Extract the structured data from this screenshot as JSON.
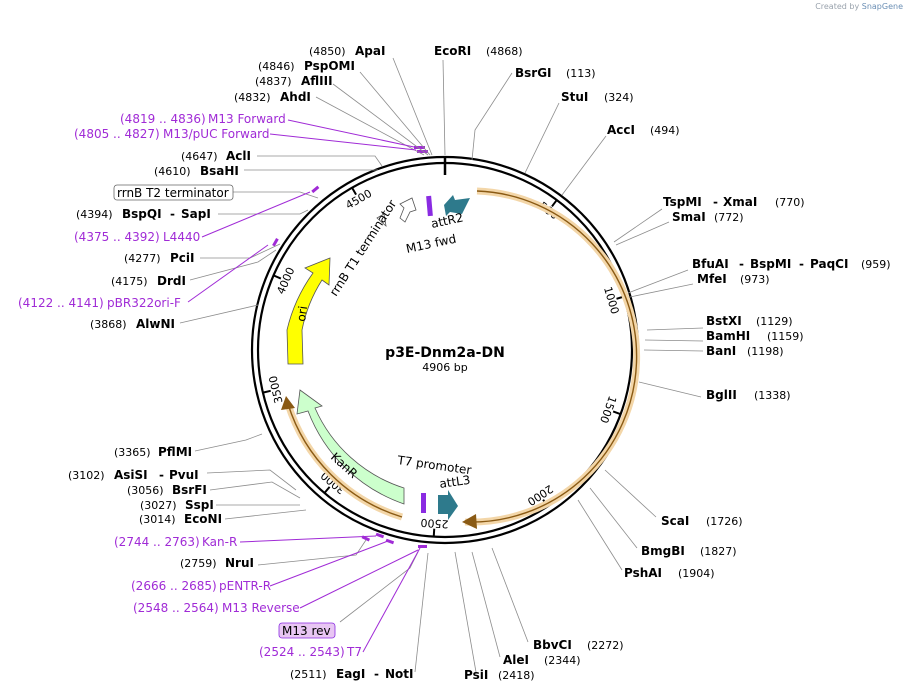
{
  "credit": {
    "prefix": "Created by",
    "brand": "SnapGene"
  },
  "plasmid": {
    "name": "p3E-Dnm2a-DN",
    "length_label": "4906 bp",
    "length": 4906
  },
  "ticks": [
    "500",
    "1000",
    "1500",
    "2000",
    "2500",
    "3000",
    "3500",
    "4000",
    "4500"
  ],
  "features": {
    "attR2": "attR2",
    "m13fwd": "M13 fwd",
    "rrnb_t1": "rrnB T1 terminator",
    "ori": "ori",
    "kanr": "KanR",
    "t7_promoter": "T7 promoter",
    "attL3": "attL3",
    "rrnb_t2_box": "rrnB T2 terminator",
    "m13rev_box": "M13 rev"
  },
  "colors": {
    "attR": "#2e7a8c",
    "ori": "#ffff00",
    "kanr": "#ccffcc",
    "orf": "#e8a33c",
    "primer": "#a02bd6"
  },
  "sites": {
    "ecori": {
      "name": "EcoRI",
      "pos": "(4868)"
    },
    "apai": {
      "name": "ApaI",
      "pos": "(4850)"
    },
    "pspomi": {
      "name": "PspOMI",
      "pos": "(4846)"
    },
    "afliii": {
      "name": "AflIII",
      "pos": "(4837)"
    },
    "ahdi": {
      "name": "AhdI",
      "pos": "(4832)"
    },
    "acli": {
      "name": "AclI",
      "pos": "(4647)"
    },
    "bsahi": {
      "name": "BsaHI",
      "pos": "(4610)"
    },
    "bspqi": {
      "name": "BspQI",
      "pos": "(4394)"
    },
    "sapi": {
      "name": "SapI"
    },
    "pcii": {
      "name": "PciI",
      "pos": "(4277)"
    },
    "drdi": {
      "name": "DrdI",
      "pos": "(4175)"
    },
    "alwni": {
      "name": "AlwNI",
      "pos": "(3868)"
    },
    "pflmi": {
      "name": "PflMI",
      "pos": "(3365)"
    },
    "asisi": {
      "name": "AsiSI",
      "pos": "(3102)"
    },
    "pvui": {
      "name": "PvuI"
    },
    "bsrfi": {
      "name": "BsrFI",
      "pos": "(3056)"
    },
    "sspi": {
      "name": "SspI",
      "pos": "(3027)"
    },
    "econi": {
      "name": "EcoNI",
      "pos": "(3014)"
    },
    "nrui": {
      "name": "NruI",
      "pos": "(2759)"
    },
    "eagi": {
      "name": "EagI",
      "pos": "(2511)"
    },
    "noti": {
      "name": "NotI"
    },
    "psii": {
      "name": "PsiI",
      "pos": "(2418)"
    },
    "alei": {
      "name": "AleI",
      "pos": "(2344)"
    },
    "bbvci": {
      "name": "BbvCI",
      "pos": "(2272)"
    },
    "pshai": {
      "name": "PshAI",
      "pos": "(1904)"
    },
    "bmgbi": {
      "name": "BmgBI",
      "pos": "(1827)"
    },
    "scai": {
      "name": "ScaI",
      "pos": "(1726)"
    },
    "bglii": {
      "name": "BglII",
      "pos": "(1338)"
    },
    "bani": {
      "name": "BanI",
      "pos": "(1198)"
    },
    "bamhi": {
      "name": "BamHI",
      "pos": "(1159)"
    },
    "bstxi": {
      "name": "BstXI",
      "pos": "(1129)"
    },
    "mfei": {
      "name": "MfeI",
      "pos": "(973)"
    },
    "bfuai": {
      "name": "BfuAI"
    },
    "bspmi": {
      "name": "BspMI"
    },
    "paqci": {
      "name": "PaqCI",
      "pos": "(959)"
    },
    "smai": {
      "name": "SmaI",
      "pos": "(772)"
    },
    "tspmi": {
      "name": "TspMI"
    },
    "xmai": {
      "name": "XmaI",
      "pos": "(770)"
    },
    "acci": {
      "name": "AccI",
      "pos": "(494)"
    },
    "stui": {
      "name": "StuI",
      "pos": "(324)"
    },
    "bsrgi": {
      "name": "BsrGI",
      "pos": "(113)"
    }
  },
  "primers": {
    "m13fwd": {
      "range": "(4819 .. 4836)",
      "name": "M13 Forward"
    },
    "m13puc": {
      "range": "(4805 .. 4827)",
      "name": "M13/pUC Forward"
    },
    "l4440": {
      "range": "(4375 .. 4392)",
      "name": "L4440"
    },
    "pbr322": {
      "range": "(4122 .. 4141)",
      "name": "pBR322ori-F"
    },
    "kanr": {
      "range": "(2744 .. 2763)",
      "name": "Kan-R"
    },
    "pentr": {
      "range": "(2666 .. 2685)",
      "name": "pENTR-R"
    },
    "m13rev": {
      "range": "(2548 .. 2564)",
      "name": "M13 Reverse"
    },
    "t7": {
      "range": "(2524 .. 2543)",
      "name": "T7"
    }
  }
}
